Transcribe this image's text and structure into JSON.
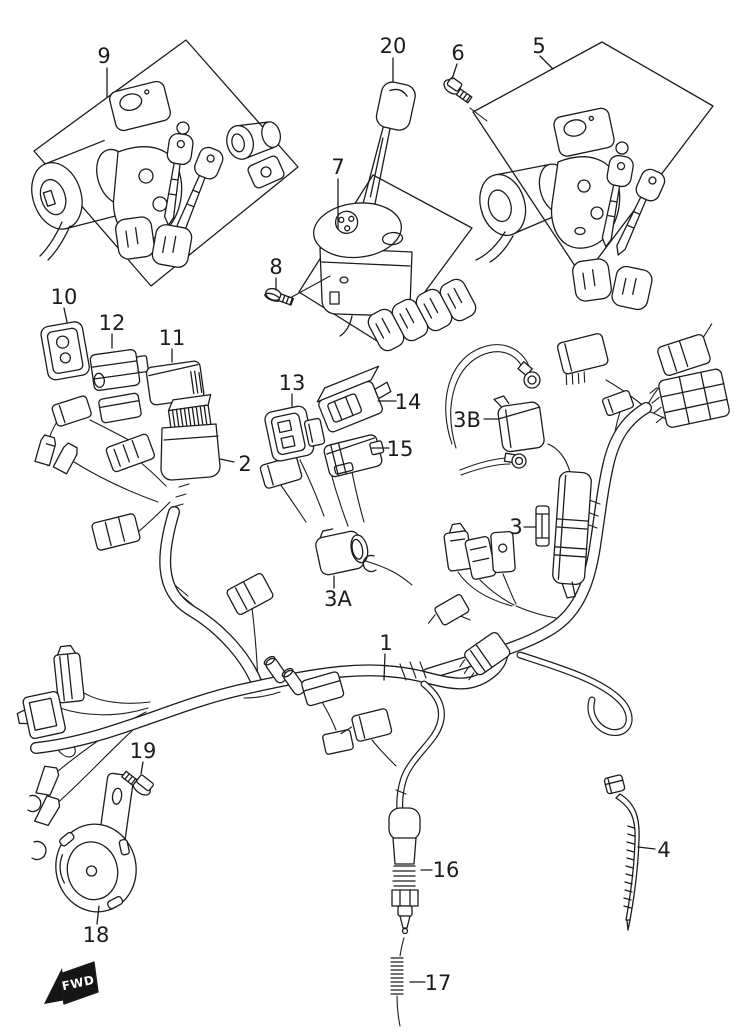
{
  "colors": {
    "background": "#ffffff",
    "ink": "#1c1c1c"
  },
  "fwd_marker": "FWD",
  "callouts": {
    "p1": "1",
    "p2": "2",
    "p3": "3",
    "p3a": "3A",
    "p3b": "3B",
    "p4": "4",
    "p5": "5",
    "p6": "6",
    "p7": "7",
    "p8": "8",
    "p9": "9",
    "p10": "10",
    "p11": "11",
    "p12": "12",
    "p13": "13",
    "p14": "14",
    "p15": "15",
    "p16": "16",
    "p17": "17",
    "p18": "18",
    "p19": "19",
    "p20": "20"
  }
}
